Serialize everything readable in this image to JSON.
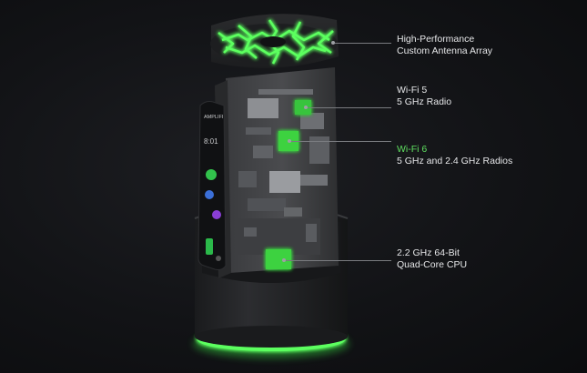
{
  "product": {
    "screen_brand": "AMPLIFI",
    "screen_time": "8:01"
  },
  "callouts": [
    {
      "line1": "High-Performance",
      "line2": "Custom Antenna Array",
      "highlight": false
    },
    {
      "line1": "Wi-Fi 5",
      "line2": "5 GHz Radio",
      "highlight": false
    },
    {
      "line1": "Wi-Fi 6",
      "line2": "5 GHz and 2.4 GHz Radios",
      "highlight": true
    },
    {
      "line1": "2.2 GHz 64-Bit",
      "line2": "Quad-Core CPU",
      "highlight": false
    }
  ],
  "colors": {
    "accent_green": "#5fe060",
    "glow_green": "#3cff4a",
    "label_text": "#e6e7e9",
    "background": "#121316"
  }
}
